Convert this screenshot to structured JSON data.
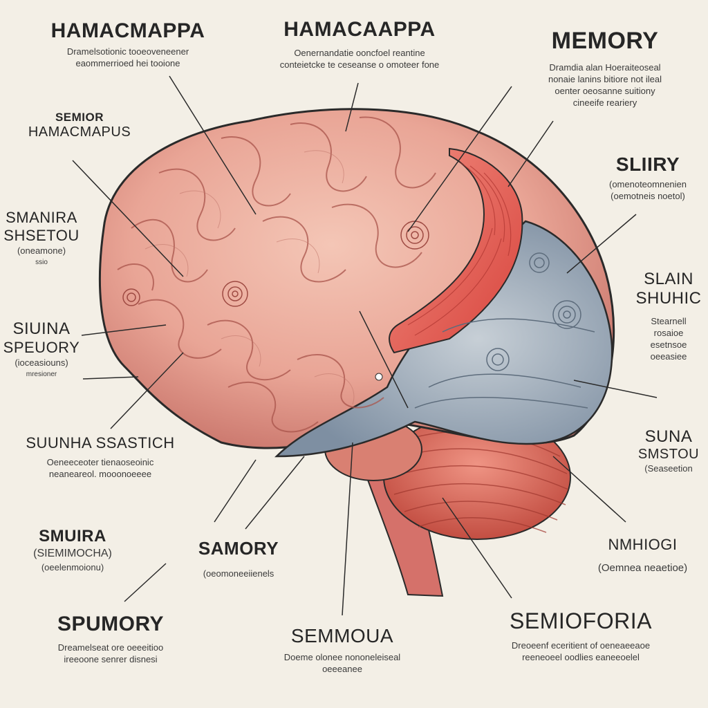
{
  "labels": {
    "top_left": {
      "title": "HAMACMAPPA",
      "lines": [
        "Dramelsotionic tooeoveneener",
        "eaommerrioed hei tooione"
      ]
    },
    "top_center": {
      "title": "HAMACAAPPA",
      "lines": [
        "Oenernandatie ooncfoel reantine",
        "conteietcke te ceseanse o omoteer fone"
      ]
    },
    "top_right": {
      "title": "MEMORY",
      "lines": [
        "Dramdia alan Hoeraiteoseal",
        "nonaie lanins bitiore not ileal",
        "oenter oeosanne suitiony",
        "cineeife reariery"
      ]
    },
    "left_1": {
      "title": "SEMIOR",
      "title2": "HAMACMAPUS"
    },
    "left_2": {
      "title": "SMANIRA",
      "title2": "SHSETOU",
      "lines": [
        "(oneamone)",
        "ssio"
      ]
    },
    "left_3": {
      "title": "SIUINA",
      "title2": "SPEUORY",
      "lines": [
        "(ioceasiouns)",
        "mresioner"
      ]
    },
    "left_4": {
      "title": "SUUNHA SSASTICH",
      "lines": [
        "Oeneeceoter tienaoseoinic",
        "neaneareol. mooonoeeee"
      ]
    },
    "left_5": {
      "title": "SMUIRA",
      "lines": [
        "(SIEMIMOCHA)",
        "(oeelenmoionu)"
      ]
    },
    "left_6": {
      "title": "SPUMORY",
      "lines": [
        "Dreamelseat ore oeeeitioo",
        "ireeoone senrer disnesi"
      ]
    },
    "right_1": {
      "title": "SLIIRY",
      "lines": [
        "(omenoteomnenien",
        "(oemotneis noetol)"
      ]
    },
    "right_2": {
      "title": "SLAIN",
      "title2": "SHUHIC",
      "lines": [
        "Stearnell",
        "rosaioe",
        "esetnsoe",
        "oeeasiee"
      ]
    },
    "right_3": {
      "title": "SUNA",
      "title2": "SMSTOU",
      "lines": [
        "(Seaseetion"
      ]
    },
    "right_4": {
      "title": "NMHIOGI",
      "lines": [
        "(Oemnea neaetioe)"
      ]
    },
    "bottom_1": {
      "title": "SAMORY",
      "lines": [
        "(oeomoneeiienels"
      ]
    },
    "bottom_2": {
      "title": "SEMMOUA",
      "lines": [
        "Doeme olonee nononeleiseal",
        "oeeeanee"
      ]
    },
    "bottom_3": {
      "title": "SEMIOFORIA",
      "lines": [
        "Dreoeenf eceritient of oeneaeeaoe",
        "reeneoeel oodlies eaneeoelel"
      ]
    }
  },
  "colors": {
    "background": "#f3efe6",
    "cortex": "#e9a596",
    "cortex_dark": "#c66a60",
    "motor_strip": "#e2574f",
    "temporal": "#9aa8b6",
    "cerebellum": "#d96858",
    "brainstem": "#d5716a",
    "outline": "#2a2a2a"
  }
}
